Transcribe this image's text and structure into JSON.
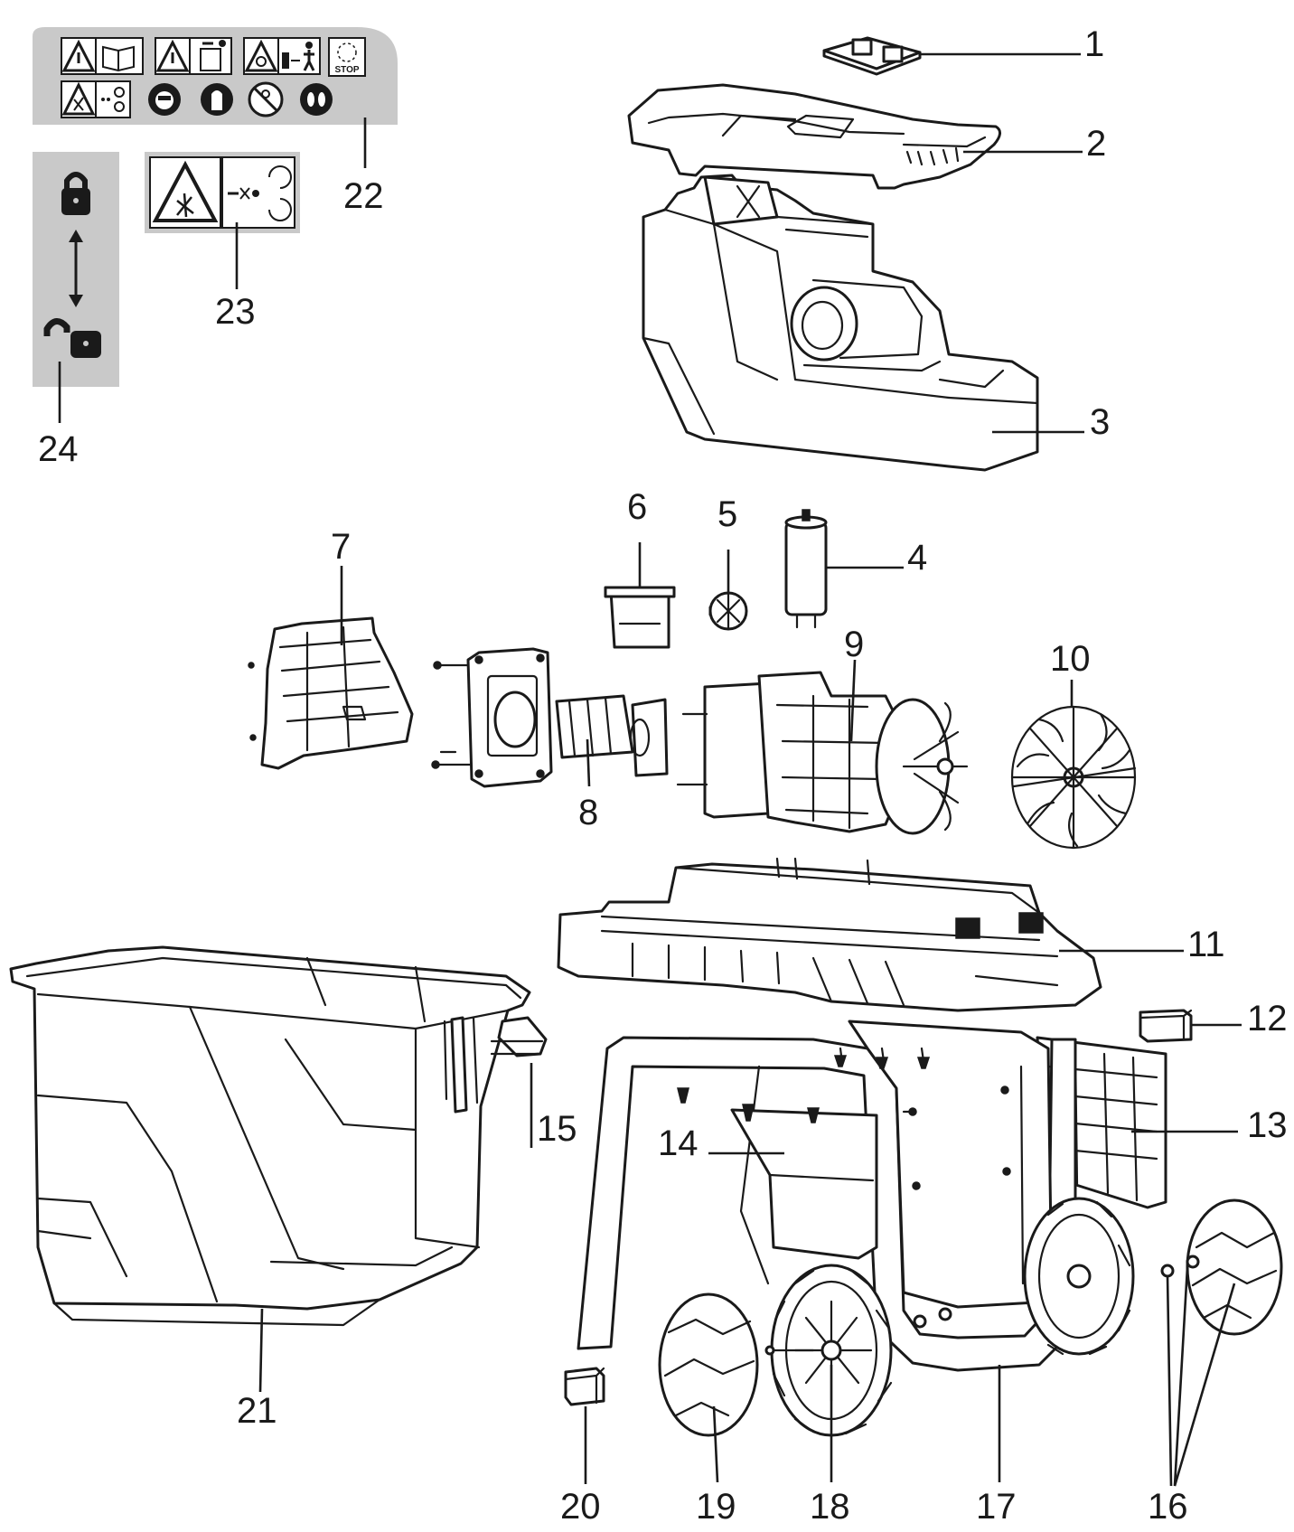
{
  "diagram": {
    "labels": {
      "p1": "1",
      "p2": "2",
      "p3": "3",
      "p4": "4",
      "p5": "5",
      "p6": "6",
      "p7": "7",
      "p8": "8",
      "p9": "9",
      "p10": "10",
      "p11": "11",
      "p12": "12",
      "p13": "13",
      "p14": "14",
      "p15": "15",
      "p16": "16",
      "p17": "17",
      "p18": "18",
      "p19": "19",
      "p20": "20",
      "p21": "21",
      "p22": "22",
      "p23": "23",
      "p24": "24"
    },
    "sticker_22": {
      "stop_text": "STOP",
      "icons": [
        "warning-icon",
        "read-manual-icon",
        "warning-icon",
        "unplug-icon",
        "warning-icon",
        "keep-distance-icon",
        "stop-rotation-icon",
        "hand-injury-icon",
        "flying-debris-icon",
        "helmet-icon",
        "gloves-icon",
        "no-children-icon",
        "safety-boots-icon"
      ]
    },
    "sticker_23": {
      "icons": [
        "hand-cutting-warning-icon",
        "blade-rotation-icon"
      ]
    },
    "sticker_24": {
      "icons": [
        "lock-closed-icon",
        "double-arrow-icon",
        "lock-open-icon"
      ]
    },
    "colors": {
      "line": "#1a1a1a",
      "sticker_bg": "#c9c9c9",
      "background": "#ffffff"
    }
  }
}
